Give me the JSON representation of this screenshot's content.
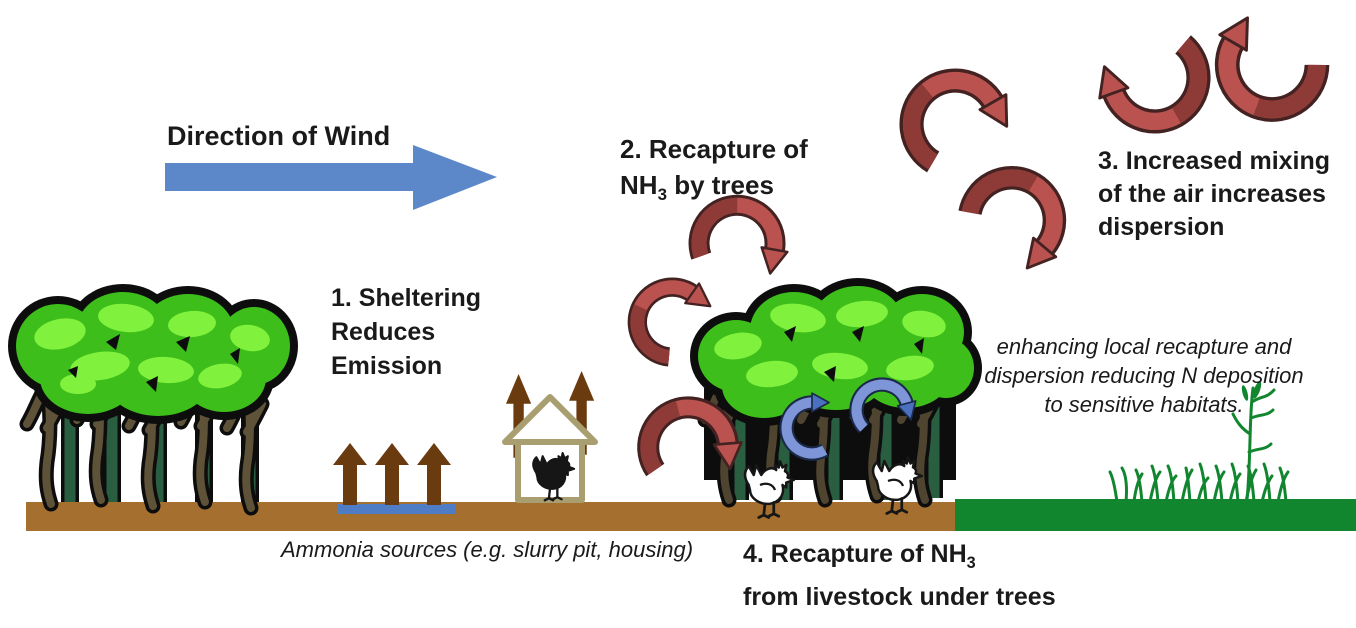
{
  "wind": {
    "label": "Direction of Wind"
  },
  "steps": {
    "step1": {
      "lines": [
        "1. Sheltering",
        "Reduces",
        "Emission"
      ]
    },
    "step2": {
      "line1": "2. Recapture of",
      "formula_prefix": "NH",
      "formula_sub": "3",
      "line2_rest": " by trees"
    },
    "step3": {
      "lines": [
        "3. Increased mixing",
        "of the air increases",
        "dispersion"
      ]
    },
    "step4": {
      "line1_prefix": "4. Recapture of NH",
      "line1_sub": "3",
      "line2": "from livestock under trees"
    }
  },
  "captions": {
    "ammonia_sources": "Ammonia sources (e.g. slurry pit, housing)",
    "benefit": {
      "lines": [
        "enhancing local recapture and",
        "dispersion reducing N deposition",
        "to sensitive habitats."
      ]
    }
  },
  "colors": {
    "wind_arrow": "#5C88CA",
    "emission_arrow": "#6B3B10",
    "slurry_pit": "#4E7DC6",
    "soil": "#A5702F",
    "grass": "#12862F",
    "mixing_arrow_light": "#BA5350",
    "mixing_arrow_dark": "#8E3B38",
    "recapture_arrow_light": "#7E96D8",
    "recapture_arrow_dark": "#4C70C0",
    "canopy_green": "#3DBE1A",
    "canopy_light_green": "#80F23E",
    "trunk_brown": "#5E5238",
    "building_khaki": "#A89E6F"
  },
  "icons": {
    "wind_arrow": "right-arrow",
    "mixing_arrows": "red-curved-swirl-arrow",
    "recapture_arrows": "blue-curved-swirl-arrow",
    "emission_arrows": "brown-up-arrow",
    "shelterbelts": "tree-clump",
    "building": "livestock-housing-outline",
    "chickens": "chicken-silhouette",
    "grass": "grass-tuft",
    "reed": "reed-plant"
  }
}
